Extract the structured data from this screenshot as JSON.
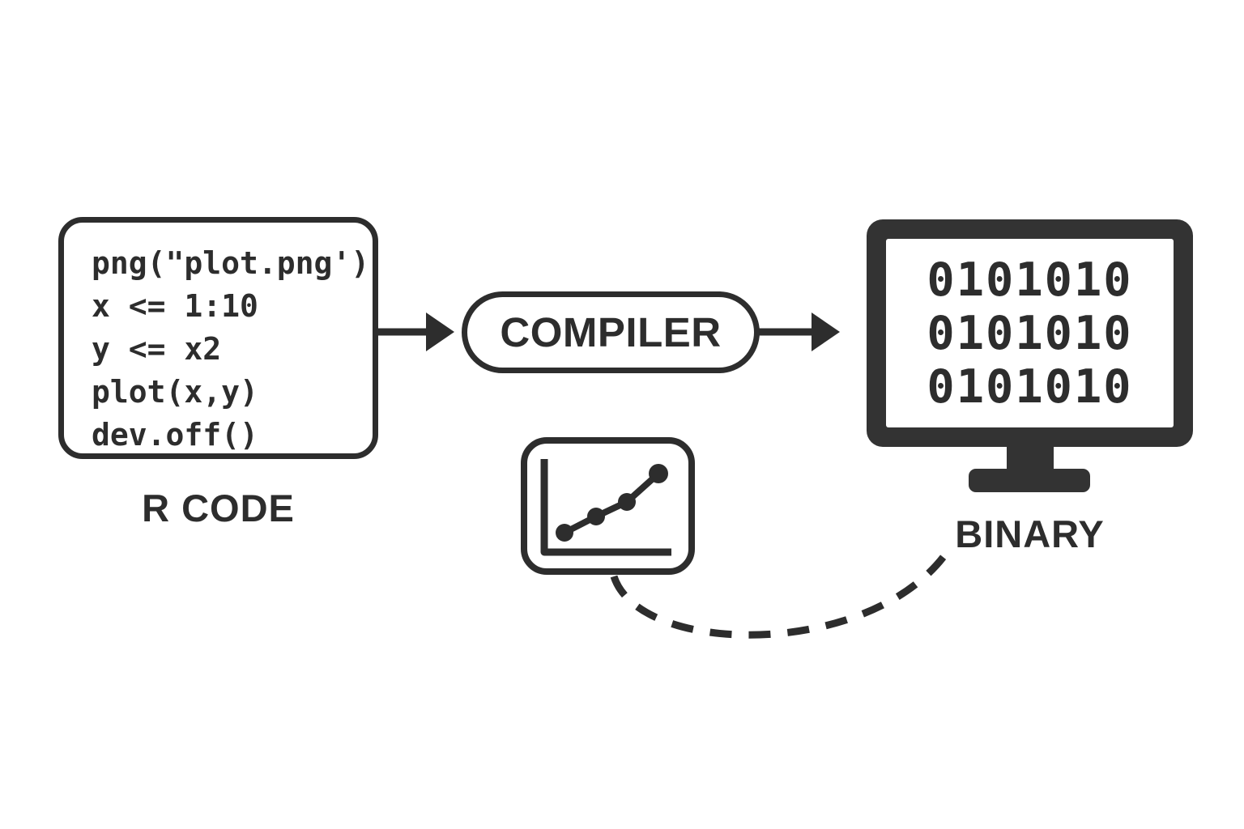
{
  "colors": {
    "ink": "#2d2d2d",
    "monitor_body": "#333333",
    "background": "#ffffff"
  },
  "code_box": {
    "label": "R CODE",
    "lines": [
      "png(\"plot.png')",
      "x <= 1:10",
      "y <= x2",
      "plot(x,y)",
      "dev.off()"
    ]
  },
  "compiler": {
    "label": "COMPILER"
  },
  "monitor": {
    "label": "BINARY",
    "screen_lines": [
      "0101010",
      "0101010",
      "0101010"
    ]
  },
  "icons": {
    "chart_thumbnail": "line-chart-icon",
    "computer": "monitor-icon",
    "flow_arrows": "right-arrow-icon",
    "plot_to_binary_link": "dashed-curve-connector"
  }
}
